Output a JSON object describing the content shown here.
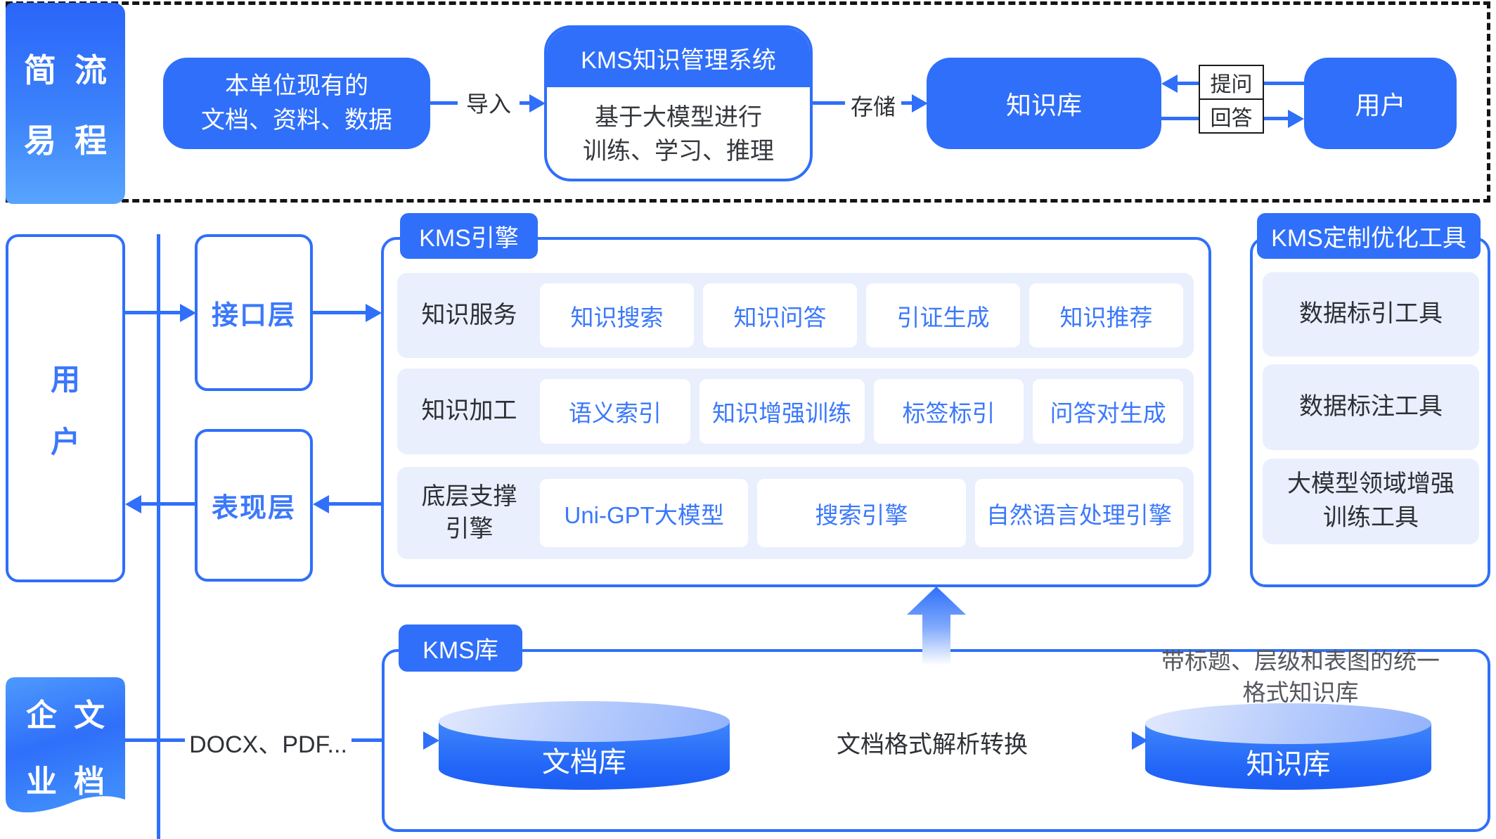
{
  "colors": {
    "primary": "#2f6ffa",
    "row_bg": "#e9effd",
    "blue_text": "#3b78fb",
    "dark_text": "#2e3136",
    "gray_text": "#55585e"
  },
  "top_flow": {
    "badge": {
      "c1": "简",
      "c2": "易",
      "c3": "流",
      "c4": "程"
    },
    "source_box": {
      "line1": "本单位现有的",
      "line2": "文档、资料、数据"
    },
    "import_label": "导入",
    "kms_box": {
      "title": "KMS知识管理系统",
      "body_line1": "基于大模型进行",
      "body_line2": "训练、学习、推理"
    },
    "store_label": "存储",
    "knowledge_base": "知识库",
    "ask_label": "提问",
    "answer_label": "回答",
    "user": "用户"
  },
  "middle": {
    "user": {
      "c1": "用",
      "c2": "户"
    },
    "interface_layer": "接口层",
    "presentation_layer": "表现层",
    "engine_panel": {
      "tab": "KMS引擎",
      "rows": [
        {
          "label": "知识服务",
          "items": [
            "知识搜索",
            "知识问答",
            "引证生成",
            "知识推荐"
          ]
        },
        {
          "label": "知识加工",
          "items": [
            "语义索引",
            "知识增强训练",
            "标签标引",
            "问答对生成"
          ]
        },
        {
          "label_line1": "底层支撑",
          "label_line2": "引擎",
          "items": [
            "Uni-GPT大模型",
            "搜索引擎",
            "自然语言处理引擎"
          ]
        }
      ]
    },
    "tools_panel": {
      "tab": "KMS定制优化工具",
      "item1": "数据标引工具",
      "item2": "数据标注工具",
      "item3_line1": "大模型领域增强",
      "item3_line2": "训练工具"
    }
  },
  "bottom": {
    "doc_badge": {
      "c1": "企",
      "c2": "业",
      "c3": "文",
      "c4": "档"
    },
    "formats_label": "DOCX、PDF...",
    "library_panel_tab": "KMS库",
    "document_db": "文档库",
    "convert_label": "文档格式解析转换",
    "knowledge_db": "知识库",
    "caption_line1": "带标题、层级和表图的统一",
    "caption_line2": "格式知识库"
  }
}
